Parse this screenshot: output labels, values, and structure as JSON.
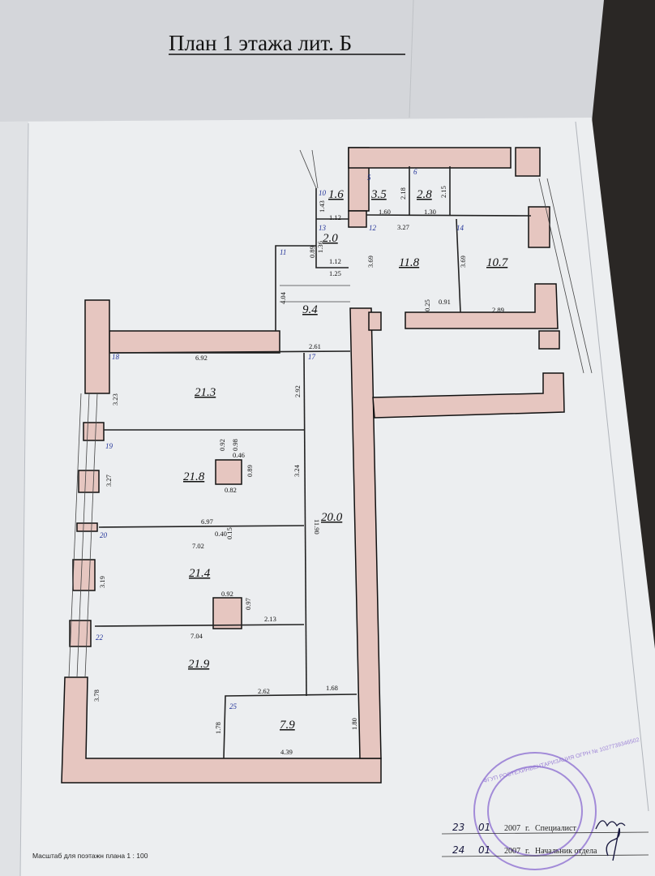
{
  "title": "План 1 этажа лит. Б",
  "rooms": [
    {
      "number": "10",
      "area": "1.6"
    },
    {
      "number": "5",
      "area": "3.5"
    },
    {
      "number": "6",
      "area": "2.8"
    },
    {
      "number": "13",
      "area": "2.0"
    },
    {
      "number": "12",
      "area": "11.8"
    },
    {
      "number": "14",
      "area": "10.7"
    },
    {
      "number": "11",
      "area": "9.4"
    },
    {
      "number": "18",
      "area": "21.3"
    },
    {
      "number": "19",
      "area": "21.8"
    },
    {
      "number": "17",
      "area": "20.0"
    },
    {
      "number": "20",
      "area": "21.4"
    },
    {
      "number": "22",
      "area": "21.9"
    },
    {
      "number": "25",
      "area": "7.9"
    }
  ],
  "dimensions": [
    "1.43",
    "1.12",
    "1.60",
    "2.18",
    "1.30",
    "2.15",
    "3.27",
    "0.89",
    "1.36",
    "1.12",
    "1.25",
    "3.69",
    "3.69",
    "0.25",
    "0.91",
    "2.89",
    "4.04",
    "2.61",
    "6.92",
    "3.23",
    "2.92",
    "0.92",
    "0.98",
    "0.46",
    "0.89",
    "0.82",
    "3.27",
    "3.24",
    "11.90",
    "6.97",
    "0.40",
    "0.15",
    "7.02",
    "3.19",
    "0.92",
    "0.97",
    "2.13",
    "7.04",
    "3.78",
    "2.62",
    "1.68",
    "1.78",
    "1.80",
    "4.39"
  ],
  "scale_label": "Масштаб для поэтажн плана  1 : 100",
  "signatures": [
    {
      "day": "23",
      "month": "01",
      "year": "2007",
      "suffix": "г.",
      "role": "Специалист"
    },
    {
      "day": "24",
      "month": "01",
      "year": "2007",
      "suffix": "г.",
      "role": "Начальник отдела"
    }
  ],
  "stamp_text": "ФГУП РОСТЕХИНВЕНТАРИЗАЦИЯ ОГРН № 1027739346502"
}
